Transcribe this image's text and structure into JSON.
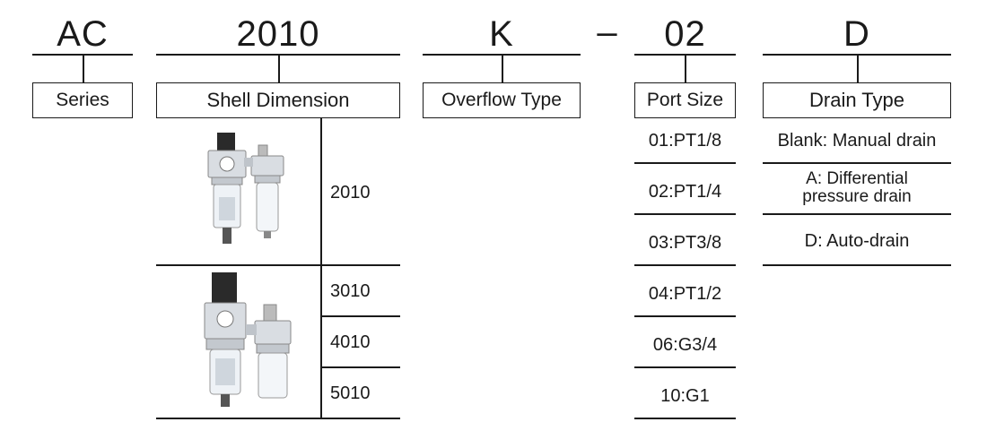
{
  "codes": {
    "series": "AC",
    "shell": "2010",
    "overflow": "K",
    "dash": "–",
    "port": "02",
    "drain": "D"
  },
  "labels": {
    "series": "Series",
    "shell": "Shell Dimension",
    "overflow": "Overflow Type",
    "port": "Port Size",
    "drain": "Drain Type"
  },
  "shell_options": [
    "2010",
    "3010",
    "4010",
    "5010"
  ],
  "port_options": [
    "01:PT1/8",
    "02:PT1/4",
    "03:PT3/8",
    "04:PT1/2",
    "06:G3/4",
    "10:G1"
  ],
  "drain_options": [
    "Blank: Manual drain",
    "A: Differential pressure drain",
    "D: Auto-drain"
  ],
  "images": {
    "small_unit": "filter-regulator-lubricator-small",
    "large_unit": "filter-regulator-lubricator-large"
  }
}
